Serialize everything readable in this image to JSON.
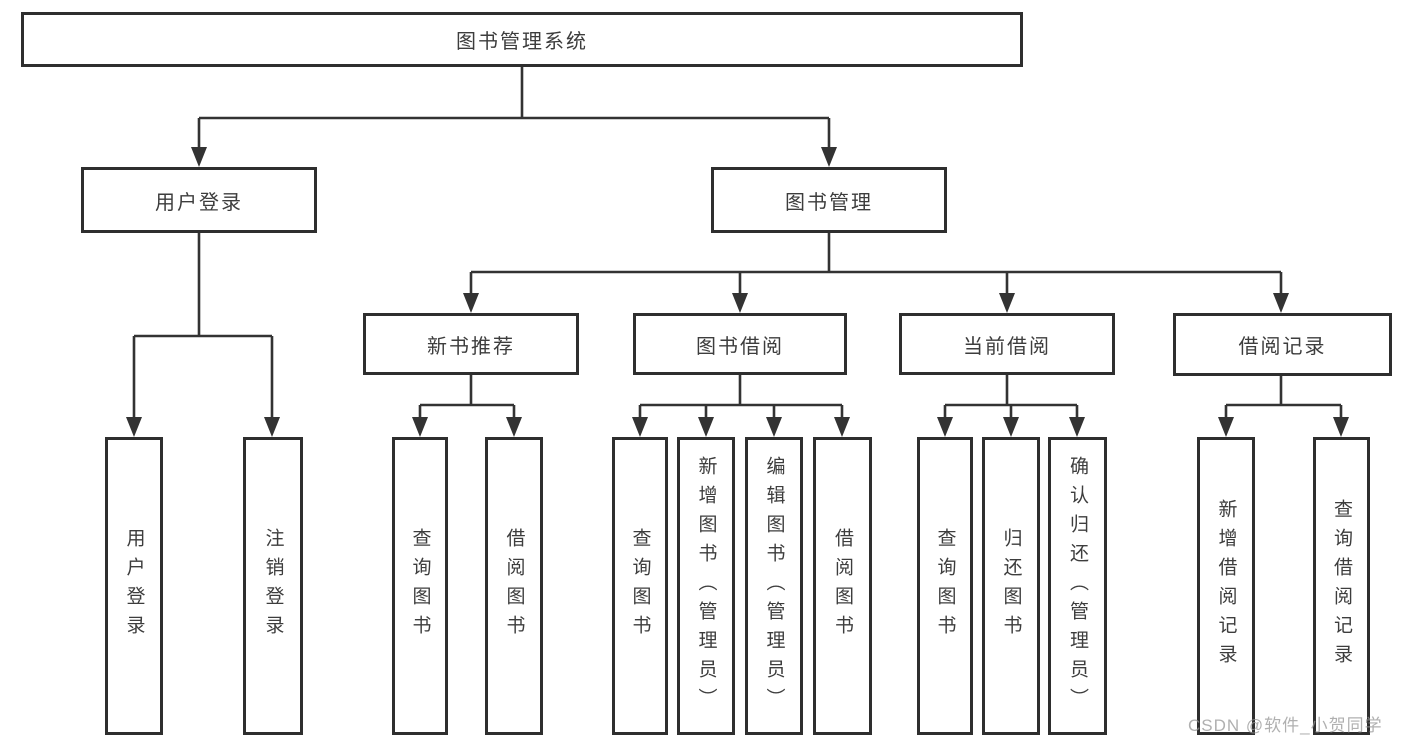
{
  "diagram": {
    "root": {
      "label": "图书管理系统"
    },
    "level2": [
      {
        "label": "用户登录"
      },
      {
        "label": "图书管理"
      }
    ],
    "level3": [
      {
        "label": "新书推荐",
        "parent": "图书管理"
      },
      {
        "label": "图书借阅",
        "parent": "图书管理"
      },
      {
        "label": "当前借阅",
        "parent": "图书管理"
      },
      {
        "label": "借阅记录",
        "parent": "图书管理"
      }
    ],
    "leaves": [
      {
        "label": "用户登录",
        "parent": "用户登录"
      },
      {
        "label": "注销登录",
        "parent": "用户登录"
      },
      {
        "label": "查询图书",
        "parent": "新书推荐"
      },
      {
        "label": "借阅图书",
        "parent": "新书推荐"
      },
      {
        "label": "查询图书",
        "parent": "图书借阅"
      },
      {
        "label": "新增图书（管理员）",
        "parent": "图书借阅"
      },
      {
        "label": "编辑图书（管理员）",
        "parent": "图书借阅"
      },
      {
        "label": "借阅图书",
        "parent": "图书借阅"
      },
      {
        "label": "查询图书",
        "parent": "当前借阅"
      },
      {
        "label": "归还图书",
        "parent": "当前借阅"
      },
      {
        "label": "确认归还（管理员）",
        "parent": "当前借阅"
      },
      {
        "label": "新增借阅记录",
        "parent": "借阅记录"
      },
      {
        "label": "查询借阅记录",
        "parent": "借阅记录"
      }
    ],
    "watermark": "CSDN @软件_小贺同学",
    "colors": {
      "line": "#333333",
      "box_border": "#2e2e2e",
      "text": "#3d3d3d",
      "watermark": "#b9b9b9",
      "background": "#ffffff"
    }
  }
}
